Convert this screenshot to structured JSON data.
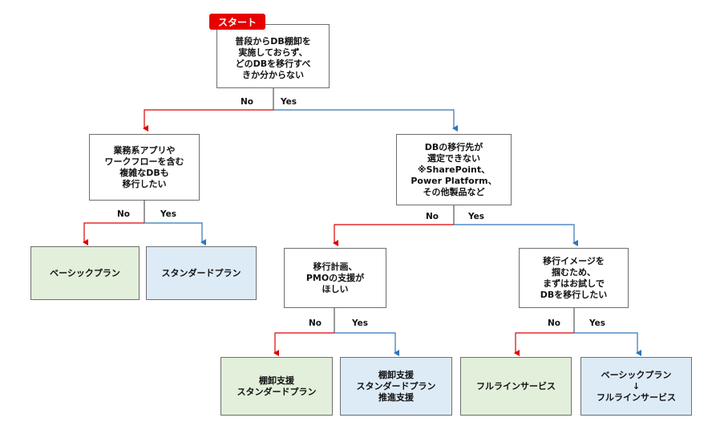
{
  "start": "スタート",
  "q1": "普段からDB棚卸を\n実施しておらず、\nどのDBを移行すべ\nきか分からない",
  "q2": "業務系アプリや\nワークフローを含む\n複雑なDBも\n移行したい",
  "q3": "DBの移行先が\n選定できない\n※SharePoint、\nPower Platform、\nその他製品など",
  "q4": "移行計画、\nPMOの支援が\nほしい",
  "q5": "移行イメージを\n掴むため、\nまずはお試しで\nDBを移行したい",
  "r_basic": "ベーシックプラン",
  "r_standard": "スタンダードプラン",
  "r_stock_standard": "棚卸支援\nスタンダードプラン",
  "r_stock_standard_promo": "棚卸支援\nスタンダードプラン\n推進支援",
  "r_fullline": "フルラインサービス",
  "r_basic_to_full": "ベーシックプラン\n↓\nフルラインサービス",
  "no": "No",
  "yes": "Yes",
  "colors": {
    "no_arrow": "#e00000",
    "yes_arrow": "#2e75b6",
    "result_green": "#e2efda",
    "result_blue": "#ddebf7",
    "start_red": "#e60000"
  }
}
